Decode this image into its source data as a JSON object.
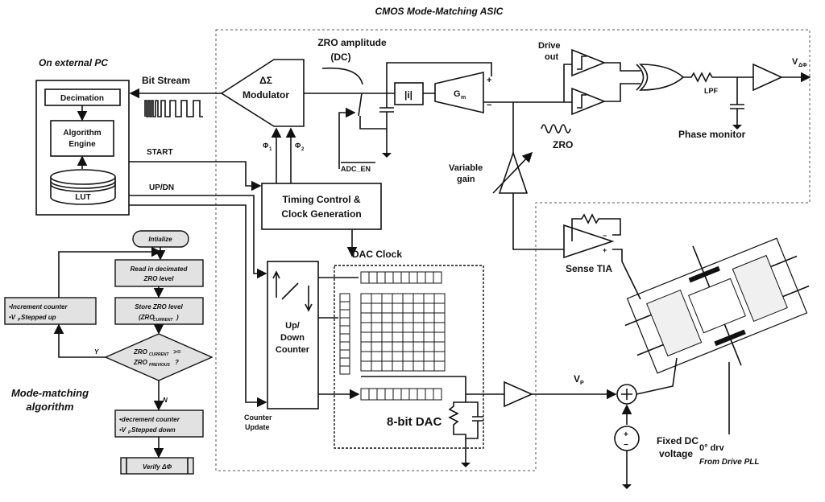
{
  "asic_title": "CMOS Mode-Matching ASIC",
  "pc": {
    "title": "On external PC",
    "decimation": "Decimation",
    "engine_line1": "Algorithm",
    "engine_line2": "Engine",
    "lut": "LUT"
  },
  "signals": {
    "bit_stream": "Bit Stream",
    "start": "START",
    "updn": "UP/DN",
    "phi1": "Φ",
    "phi1_sub": "1",
    "phi2": "Φ",
    "phi2_sub": "2",
    "adc_en": "ADC_EN",
    "zro_amp_line1": "ZRO amplitude",
    "zro_amp_line2": "(DC)",
    "dac_clock": "DAC Clock",
    "counter_update_line1": "Counter",
    "counter_update_line2": "Update",
    "zro": "ZRO",
    "drive_out_line1": "Drive",
    "drive_out_line2": "out",
    "vp": "V",
    "vp_sub": "P",
    "vout": "V",
    "vout_sub": "ΔΦ"
  },
  "blocks": {
    "modulator_line1": "ΔΣ",
    "modulator_line2": "Modulator",
    "timing_line1": "Timing Control &",
    "timing_line2": "Clock Generation",
    "abs": "|i|",
    "gm": "G",
    "gm_sub": "m",
    "lpf": "LPF",
    "phase_monitor": "Phase monitor",
    "variable_gain_line1": "Variable",
    "variable_gain_line2": "gain",
    "sense_tia": "Sense TIA",
    "counter_line1": "Up/",
    "counter_line2": "Down",
    "counter_line3": "Counter",
    "dac": "8-bit DAC",
    "fixed_dc_line1": "Fixed DC",
    "fixed_dc_line2": "voltage",
    "drv_line1": "0° drv",
    "drv_line2": "From Drive PLL"
  },
  "flowchart": {
    "title_line1": "Mode-matching",
    "title_line2": "algorithm",
    "initialize": "Intialize",
    "read_line1": "Read in decimated",
    "read_line2": "ZRO level",
    "store_line1": "Store ZRO level",
    "store_line2": "(ZRO",
    "store_sub": "CURRENT",
    "store_end": ")",
    "decision_line1": "ZRO",
    "decision_sub1": "CURRENT",
    "decision_op": ">=",
    "decision_line2": "ZRO",
    "decision_sub2": "PREVIOUS",
    "decision_q": "?",
    "yes": "Y",
    "no": "N",
    "increment_line1": "•Increment counter",
    "increment_line2": "•V",
    "increment_sub": "P",
    "increment_end": " Stepped up",
    "decrement_line1": "•decrement counter",
    "decrement_line2": "•V",
    "decrement_sub": "P",
    "decrement_end": " Stepped down",
    "verify": "Verify ΔΦ"
  }
}
